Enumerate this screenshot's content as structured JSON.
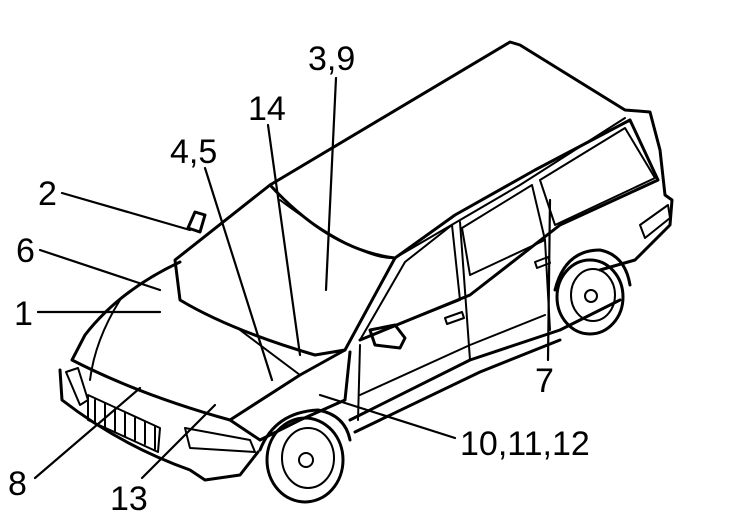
{
  "callouts": {
    "c39": "3,9",
    "c14": "14",
    "c45": "4,5",
    "c2": "2",
    "c6": "6",
    "c1": "1",
    "c7": "7",
    "c101112": "10,11,12",
    "c8": "8",
    "c13": "13"
  }
}
